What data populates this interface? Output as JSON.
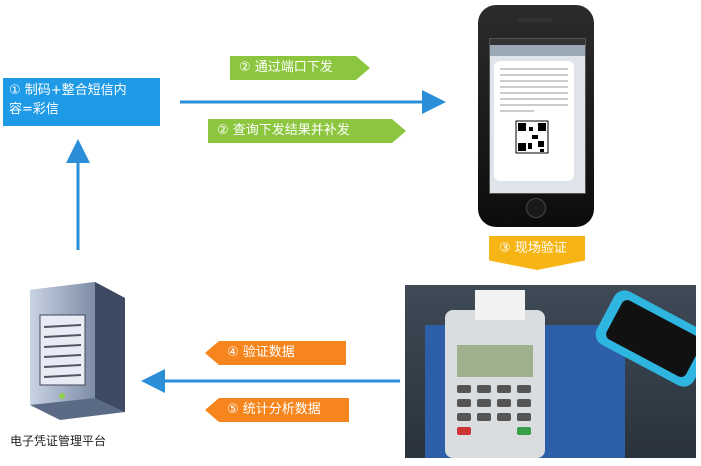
{
  "step1": {
    "line1": "① 制码+整合短信内",
    "line2": "容=彩信"
  },
  "step2a": "② 通过端口下发",
  "step2b": "② 查询下发结果并补发",
  "step3": "③ 现场验证",
  "step4": "④ 验证数据",
  "step5": "⑤ 统计分析数据",
  "server_label": "电子凭证管理平台",
  "colors": {
    "blue": "#1e9ae6",
    "arrow": "#2a8fd8",
    "green": "#8cc63e",
    "orange": "#f7851d",
    "yellow": "#f7b515"
  }
}
